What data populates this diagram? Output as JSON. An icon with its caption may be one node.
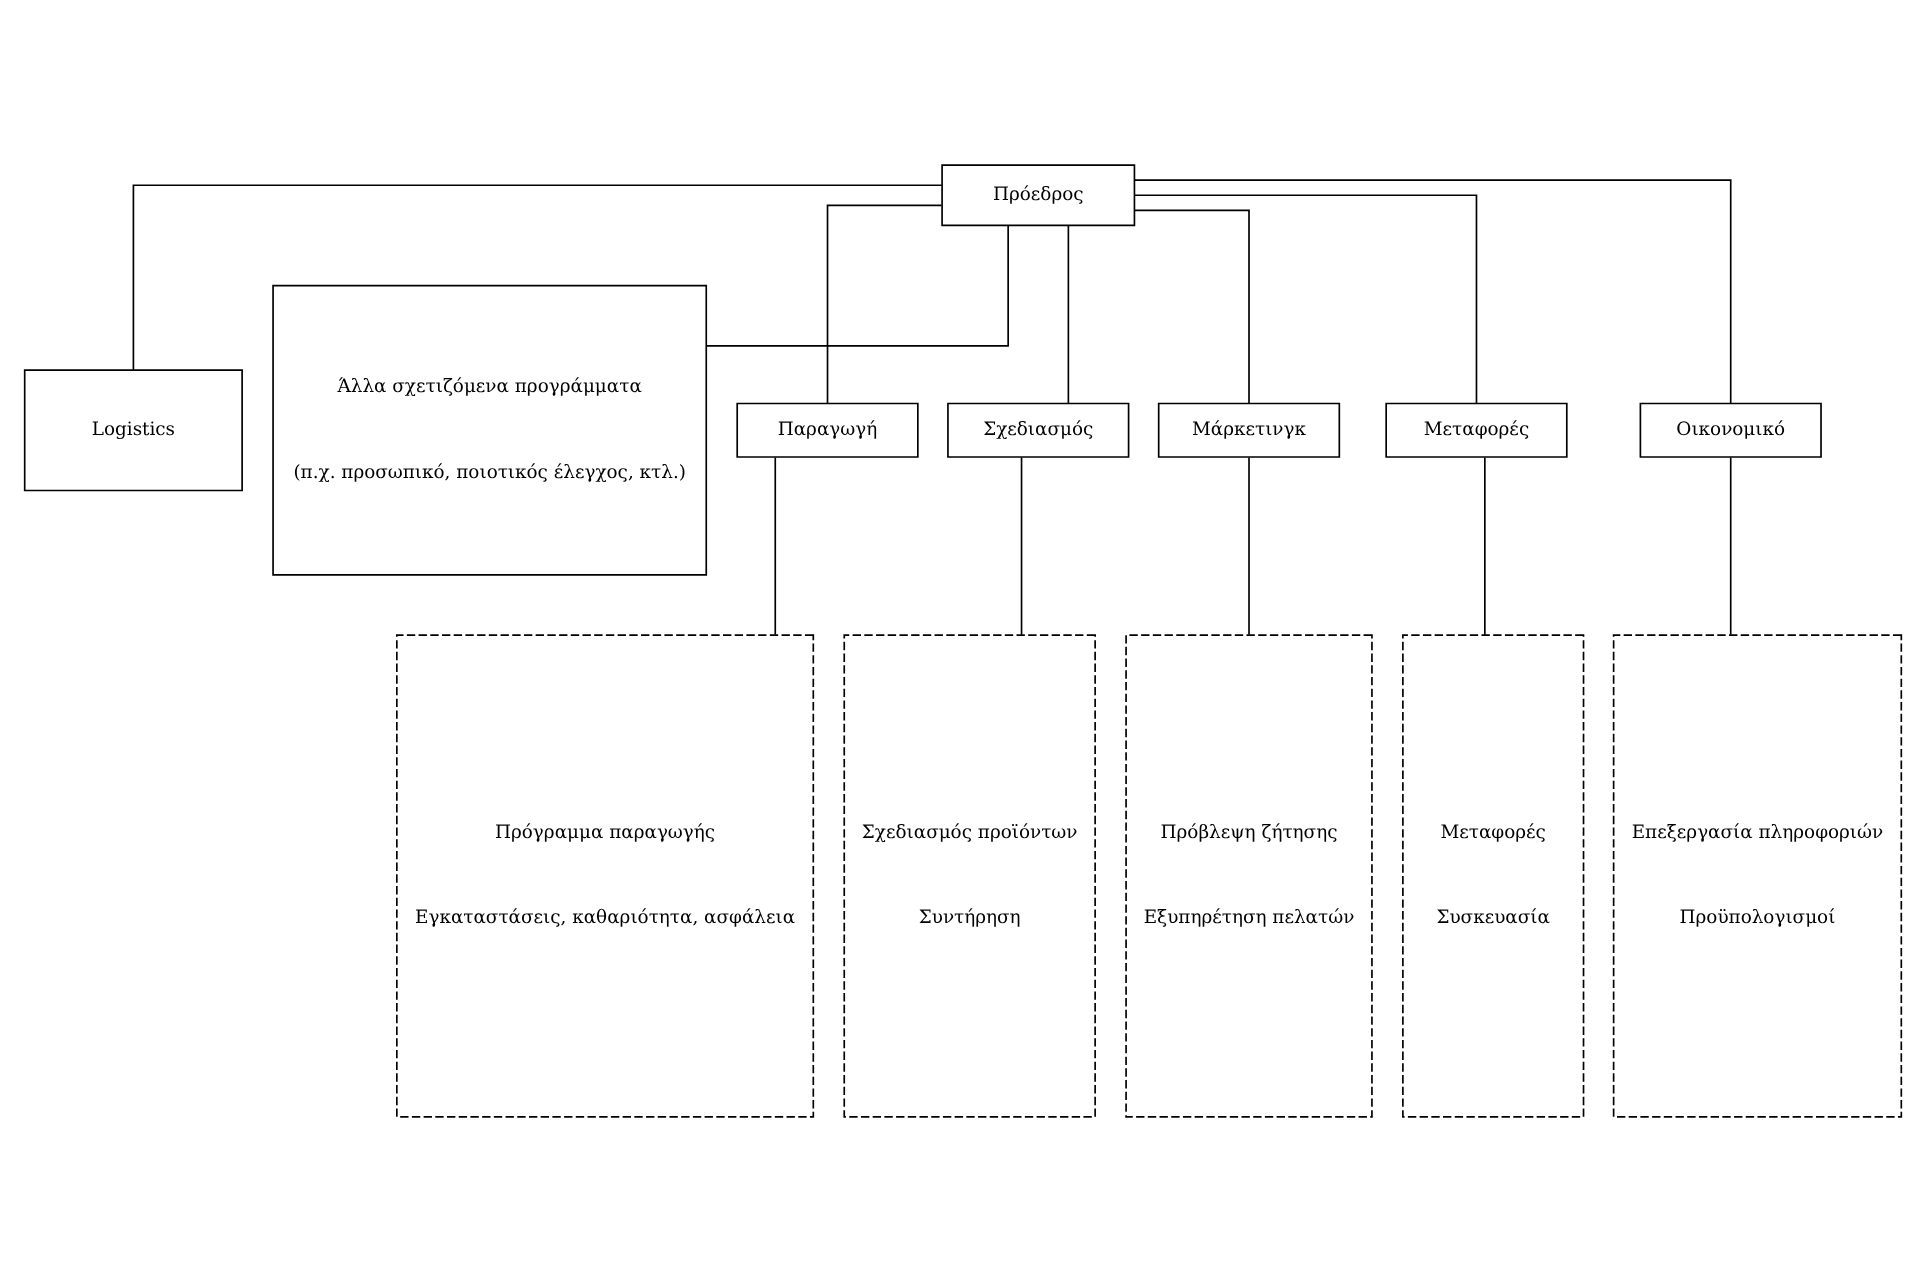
{
  "diagram": {
    "nodes": [
      {
        "text": [
          "Πρόεδρος"
        ]
      },
      {
        "text": [
          "Logistics"
        ]
      },
      {
        "text": [
          "Άλλα σχετιζόμενα προγράμματα",
          "(π.χ. προσωπικό, ποιοτικός έλεγχος, κτλ.)"
        ]
      },
      {
        "text": [
          "Παραγωγή"
        ]
      },
      {
        "text": [
          "Σχεδιασμός"
        ]
      },
      {
        "text": [
          "Μάρκετινγκ"
        ]
      },
      {
        "text": [
          "Μεταφορές"
        ]
      },
      {
        "text": [
          "Οικονομικό"
        ]
      },
      {
        "text": [
          "Πρόγραμμα παραγωγής",
          "Εγκαταστάσεις, καθαριότητα, ασφάλεια"
        ]
      },
      {
        "text": [
          "Σχεδιασμός προϊόντων",
          "Συντήρηση"
        ]
      },
      {
        "text": [
          "Πρόβλεψη ζήτησης",
          "Εξυπηρέτηση πελατών"
        ]
      },
      {
        "text": [
          "Μεταφορές",
          "Συσκευασία"
        ]
      },
      {
        "text": [
          "Επεξεργασία πληροφοριών",
          "Προϋπολογισμοί"
        ]
      }
    ],
    "edges": [
      {
        "from": 0,
        "to": 1,
        "arrow": "none"
      },
      {
        "from": 0,
        "to": 2,
        "arrow": "none"
      },
      {
        "from": 0,
        "to": 3,
        "arrow": "none"
      },
      {
        "from": 0,
        "to": 4,
        "arrow": "none"
      },
      {
        "from": 0,
        "to": 5,
        "arrow": "none"
      },
      {
        "from": 0,
        "to": 6,
        "arrow": "none"
      },
      {
        "from": 0,
        "to": 7,
        "arrow": "none"
      },
      {
        "from": 3,
        "to": 8,
        "arrow": "none"
      },
      {
        "from": 4,
        "to": 9,
        "arrow": "none"
      },
      {
        "from": 5,
        "to": 10,
        "arrow": "none"
      },
      {
        "from": 6,
        "to": 11,
        "arrow": "none"
      },
      {
        "from": 7,
        "to": 12,
        "arrow": "none"
      }
    ]
  }
}
